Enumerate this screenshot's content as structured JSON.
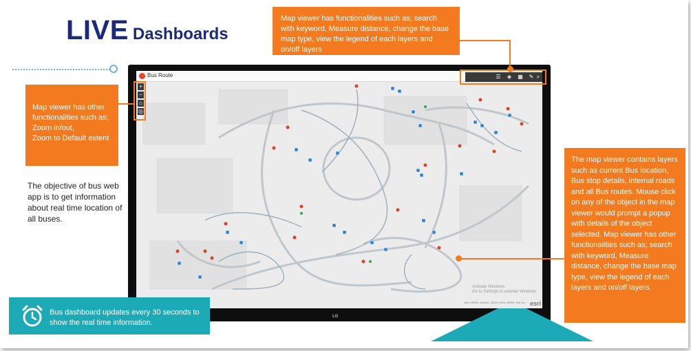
{
  "title": {
    "big": "LIVE",
    "small": "Dashboards"
  },
  "callouts": {
    "top": "Map viewer has functionalities such as; search with keyword, Measure distance, change the base map type, view the legend of each layers and on/off layers",
    "left": [
      "Map viewer has other",
      "functionalities such as;",
      "Zoom in/out,",
      "Zoom to Default extent"
    ],
    "right": "The map viewer contains layers such as current Bus location, Bus stop details, internal roads and all Bus routes. Mouse click on any of the object in the map viewer would prompt a popup with details of the object selected. Map viewer has other functionalities such as; search with keyword, Measure distance, change the base map type, view the legend of each layers and on/off layers."
  },
  "objective_text": "The objective of bus web app is to get information about real time location of all buses.",
  "footer_text": "Bus dashboard updates every 30 seconds to show the real time information.",
  "screen": {
    "app_title": "Bus Route",
    "zoom_in": "+",
    "zoom_out": "−",
    "home_icon": "home-icon",
    "locate_icon": "locate-icon",
    "toolbar_icons": [
      "list-icon",
      "layers-icon",
      "basemap-grid-icon",
      "measure-icon",
      "search-icon"
    ],
    "activate_windows": "Activate Windows",
    "activate_sub": "Go to Settings to activate Windows.",
    "attribution": "Esri, HERE, Garmin, USGS | Esri, HERE, Esri Inc.",
    "esri_logo": "esri"
  },
  "brand": "LG",
  "colors": {
    "accent": "#f47a20",
    "teal": "#1cabb6",
    "title": "#1b2a7a"
  }
}
